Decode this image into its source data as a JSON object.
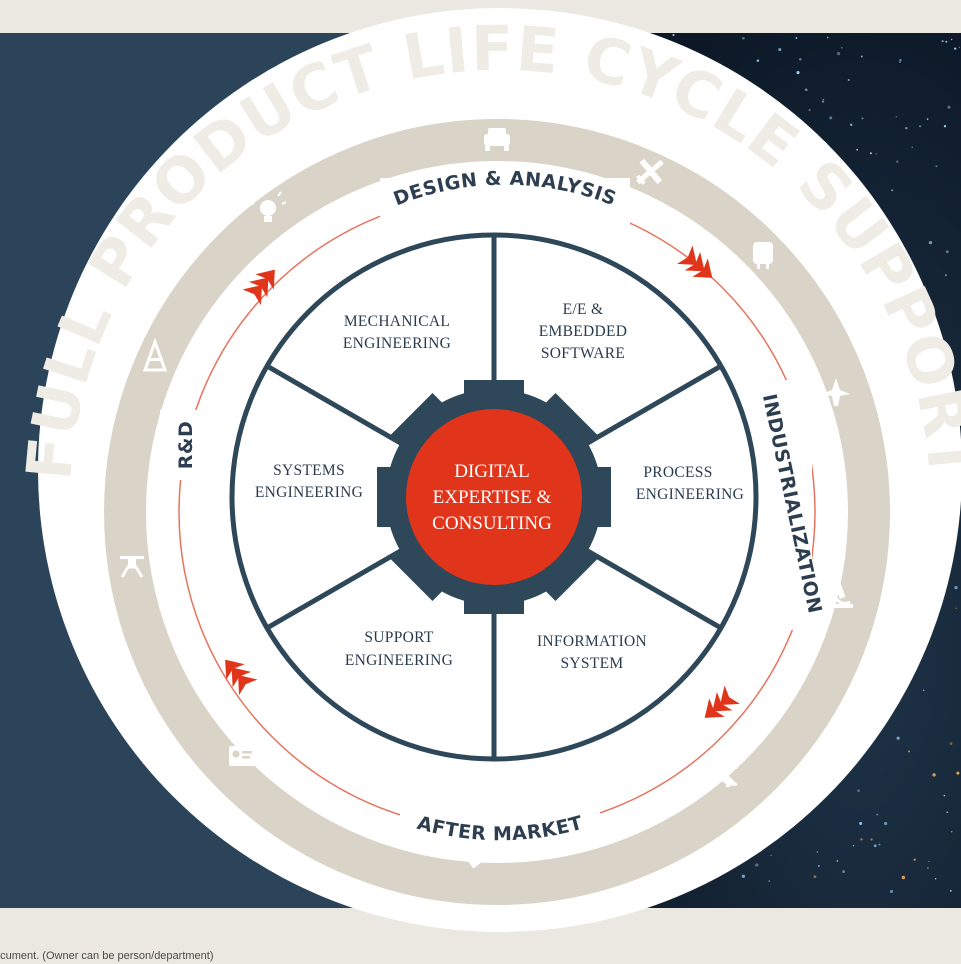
{
  "outer_ring_title": "FULL PRODUCT LIFE CYCLE SUPPORT",
  "phases": {
    "design": "DESIGN & ANALYSIS",
    "industrialization": "INDUSTRIALIZATION",
    "after_market": "AFTER MARKET",
    "rd": "R&D"
  },
  "segments": [
    {
      "id": "mechanical",
      "lines": [
        "MECHANICAL",
        "ENGINEERING"
      ]
    },
    {
      "id": "ee",
      "lines": [
        "E/E &",
        "EMBEDDED",
        "SOFTWARE"
      ]
    },
    {
      "id": "process",
      "lines": [
        "PROCESS",
        "ENGINEERING"
      ]
    },
    {
      "id": "information",
      "lines": [
        "INFORMATION",
        "SYSTEM"
      ]
    },
    {
      "id": "support",
      "lines": [
        "SUPPORT",
        "ENGINEERING"
      ]
    },
    {
      "id": "systems",
      "lines": [
        "SYSTEMS",
        "ENGINEERING"
      ]
    }
  ],
  "center": {
    "lines": [
      "DIGITAL",
      "EXPERTISE &",
      "CONSULTING"
    ]
  },
  "icons": [
    "car-icon",
    "airplane-icon",
    "train-icon",
    "helicopter-icon",
    "microscope-icon",
    "satellite-dish-icon",
    "satellite-icon",
    "id-card-icon",
    "drone-icon",
    "oil-rig-icon",
    "lightbulb-icon"
  ],
  "footer_text": "ocument. (Owner can be person/department)",
  "colors": {
    "navy": "#2b4459",
    "beige_ring": "#d9d4c7",
    "accent_red": "#e0351b",
    "gear": "#2e4759",
    "background": "#ebe8e1"
  }
}
